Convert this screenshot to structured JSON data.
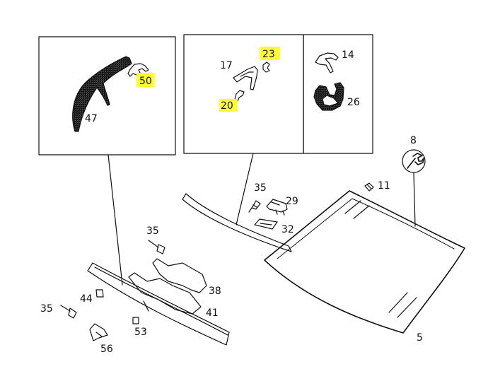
{
  "parts": {
    "p47": "47",
    "p50": "50",
    "p17": "17",
    "p23": "23",
    "p20": "20",
    "p14": "14",
    "p26": "26",
    "p8": "8",
    "p11": "11",
    "p35a": "35",
    "p29": "29",
    "p32": "32",
    "p5": "5",
    "p35b": "35",
    "p38": "38",
    "p41": "41",
    "p44": "44",
    "p35c": "35",
    "p53": "53",
    "p56": "56"
  },
  "colors": {
    "highlight": "#ffff33",
    "line": "#111111"
  },
  "icons": {
    "tool_symbol": "wrench-icon"
  }
}
